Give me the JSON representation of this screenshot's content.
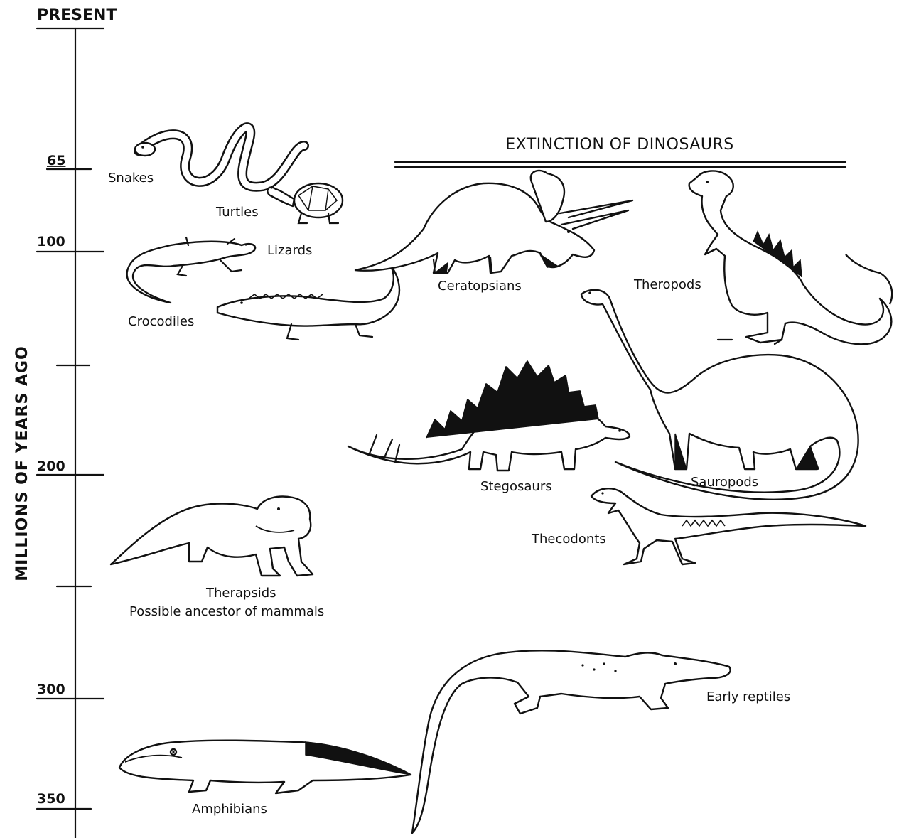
{
  "axis": {
    "title": "MILLIONS OF YEARS AGO",
    "present_label": "PRESENT",
    "ticks": [
      "65",
      "100",
      "200",
      "300",
      "350"
    ]
  },
  "extinction": {
    "label": "EXTINCTION OF DINOSAURS"
  },
  "animals": {
    "snakes": "Snakes",
    "turtles": "Turtles",
    "lizards": "Lizards",
    "crocodiles": "Crocodiles",
    "ceratopsians": "Ceratopsians",
    "theropods": "Theropods",
    "stegosaurs": "Stegosaurs",
    "sauropods": "Sauropods",
    "thecodonts": "Thecodonts",
    "therapsids": "Therapsids",
    "therapsids_note": "Possible ancestor of mammals",
    "early_reptiles": "Early reptiles",
    "amphibians": "Amphibians"
  }
}
